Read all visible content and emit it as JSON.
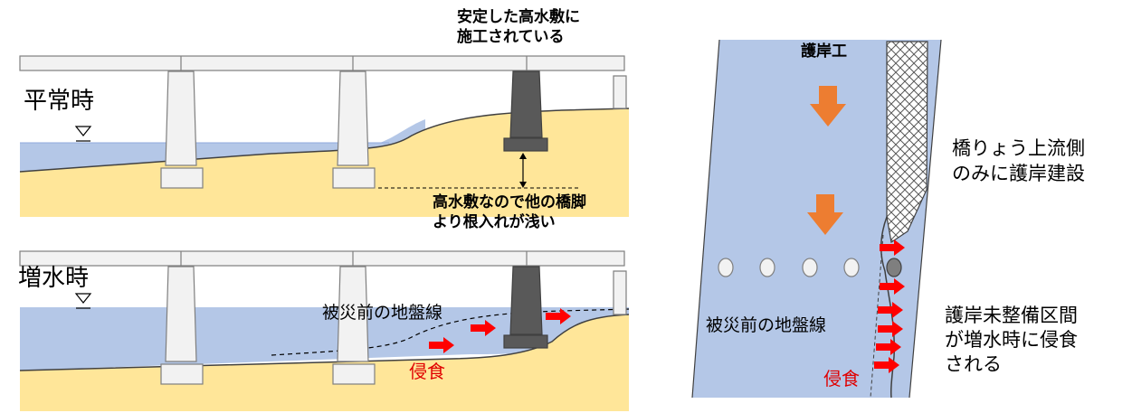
{
  "colors": {
    "water": "#b4c7e7",
    "ground": "#ffe699",
    "deck": "#f2f2f2",
    "pier": "#f2f2f2",
    "pier_dark": "#595959",
    "arrow_red": "#ff0000",
    "arrow_orange": "#ed7d31",
    "outline": "#7f7f7f"
  },
  "normal_panel": {
    "label": "平常時",
    "note_top": "安定した高水敷に\n施工されている",
    "note_bottom": "高水敷なので他の橋脚\nより根入れが浅い"
  },
  "flood_panel": {
    "label": "増水時",
    "ground_line_label": "被災前の地盤線",
    "erosion_label": "侵食"
  },
  "plan_view": {
    "revetment_label": "護岸工",
    "ground_line_label": "被災前の地盤線",
    "erosion_label": "侵食",
    "note_upstream": "橋りょう上流側\nのみに護岸建設",
    "note_unprotected": "護岸未整備区間\nが増水時に侵食\nされる"
  }
}
